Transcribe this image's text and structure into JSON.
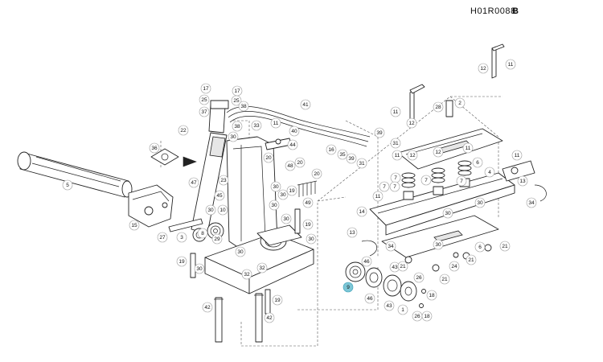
{
  "header": {
    "code": "H01R0088",
    "revision": "B"
  },
  "callouts": [
    {
      "id": "c12a",
      "label": "12"
    },
    {
      "id": "c11a",
      "label": "11"
    },
    {
      "id": "c17a",
      "label": "17"
    },
    {
      "id": "c17b",
      "label": "17"
    },
    {
      "id": "c25a",
      "label": "25"
    },
    {
      "id": "c25b",
      "label": "25"
    },
    {
      "id": "c37",
      "label": "37"
    },
    {
      "id": "c38a",
      "label": "38"
    },
    {
      "id": "c38b",
      "label": "38"
    },
    {
      "id": "c22",
      "label": "22"
    },
    {
      "id": "c30a",
      "label": "30"
    },
    {
      "id": "c33",
      "label": "33"
    },
    {
      "id": "c41",
      "label": "41"
    },
    {
      "id": "c11b",
      "label": "11"
    },
    {
      "id": "c40",
      "label": "40"
    },
    {
      "id": "c39",
      "label": "39"
    },
    {
      "id": "c44",
      "label": "44"
    },
    {
      "id": "c36",
      "label": "36"
    },
    {
      "id": "c20a",
      "label": "20"
    },
    {
      "id": "c16",
      "label": "16"
    },
    {
      "id": "c35",
      "label": "35"
    },
    {
      "id": "c39b",
      "label": "39"
    },
    {
      "id": "c31a",
      "label": "31"
    },
    {
      "id": "c31b",
      "label": "31"
    },
    {
      "id": "c48",
      "label": "48"
    },
    {
      "id": "c20b",
      "label": "20"
    },
    {
      "id": "c20c",
      "label": "20"
    },
    {
      "id": "c47",
      "label": "47"
    },
    {
      "id": "c23",
      "label": "23"
    },
    {
      "id": "c5",
      "label": "5"
    },
    {
      "id": "c30b",
      "label": "30"
    },
    {
      "id": "c19a",
      "label": "19"
    },
    {
      "id": "c45",
      "label": "45"
    },
    {
      "id": "c30c",
      "label": "30"
    },
    {
      "id": "c30d",
      "label": "30"
    },
    {
      "id": "c49",
      "label": "49"
    },
    {
      "id": "c30e",
      "label": "30"
    },
    {
      "id": "c10",
      "label": "10"
    },
    {
      "id": "c15",
      "label": "15"
    },
    {
      "id": "c30f",
      "label": "30"
    },
    {
      "id": "c8",
      "label": "8"
    },
    {
      "id": "c29",
      "label": "29"
    },
    {
      "id": "c27",
      "label": "27"
    },
    {
      "id": "c3",
      "label": "3"
    },
    {
      "id": "c19b",
      "label": "19"
    },
    {
      "id": "c19c",
      "label": "19"
    },
    {
      "id": "c30g",
      "label": "30"
    },
    {
      "id": "c30h",
      "label": "30"
    },
    {
      "id": "c30i",
      "label": "30"
    },
    {
      "id": "c32a",
      "label": "32"
    },
    {
      "id": "c32b",
      "label": "32"
    },
    {
      "id": "c42a",
      "label": "42"
    },
    {
      "id": "c42b",
      "label": "42"
    },
    {
      "id": "c19d",
      "label": "19"
    },
    {
      "id": "c11c",
      "label": "11"
    },
    {
      "id": "c12b",
      "label": "12"
    },
    {
      "id": "c28",
      "label": "28"
    },
    {
      "id": "c2",
      "label": "2"
    },
    {
      "id": "c11d",
      "label": "11"
    },
    {
      "id": "c12c",
      "label": "12"
    },
    {
      "id": "c12d",
      "label": "12"
    },
    {
      "id": "c11e",
      "label": "11"
    },
    {
      "id": "c7a",
      "label": "7"
    },
    {
      "id": "c7b",
      "label": "7"
    },
    {
      "id": "c7c",
      "label": "7"
    },
    {
      "id": "c7d",
      "label": "7"
    },
    {
      "id": "c7e",
      "label": "7"
    },
    {
      "id": "c11f",
      "label": "11"
    },
    {
      "id": "c6",
      "label": "6"
    },
    {
      "id": "c4",
      "label": "4"
    },
    {
      "id": "c11g",
      "label": "11"
    },
    {
      "id": "c13a",
      "label": "13"
    },
    {
      "id": "c34a",
      "label": "34"
    },
    {
      "id": "c14",
      "label": "14"
    },
    {
      "id": "c30j",
      "label": "30"
    },
    {
      "id": "c30k",
      "label": "30"
    },
    {
      "id": "c13b",
      "label": "13"
    },
    {
      "id": "c34b",
      "label": "34"
    },
    {
      "id": "c30l",
      "label": "30"
    },
    {
      "id": "c46a",
      "label": "46"
    },
    {
      "id": "c43a",
      "label": "43"
    },
    {
      "id": "c6b",
      "label": "6"
    },
    {
      "id": "c21a",
      "label": "21"
    },
    {
      "id": "c24",
      "label": "24"
    },
    {
      "id": "c21b",
      "label": "21"
    },
    {
      "id": "c21c",
      "label": "21"
    },
    {
      "id": "c21d",
      "label": "21"
    },
    {
      "id": "c9",
      "label": "9",
      "highlight": true
    },
    {
      "id": "c46b",
      "label": "46"
    },
    {
      "id": "c26a",
      "label": "26"
    },
    {
      "id": "c18a",
      "label": "18"
    },
    {
      "id": "c43b",
      "label": "43"
    },
    {
      "id": "c1",
      "label": "1"
    },
    {
      "id": "c26b",
      "label": "26"
    },
    {
      "id": "c18b",
      "label": "18"
    }
  ],
  "colors": {
    "highlight": "#7cc6d6",
    "line": "#222222",
    "callout_ring": "#9a9a9a"
  }
}
